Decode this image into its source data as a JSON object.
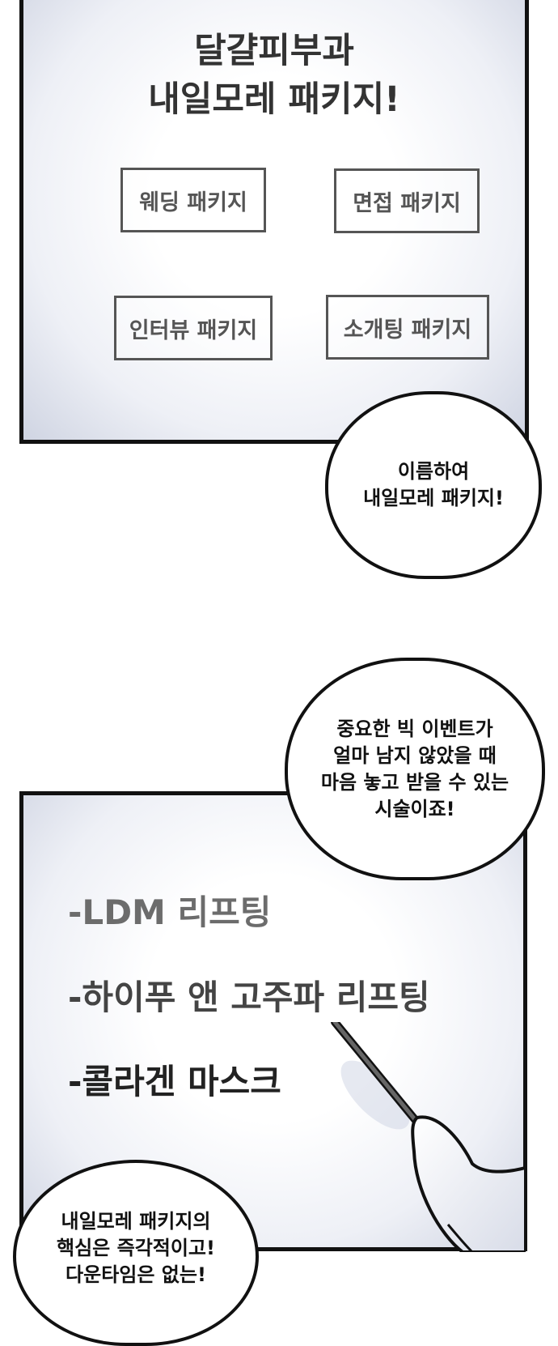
{
  "panel1": {
    "title": "달걀피부과\n내일모레 패키지!",
    "packages": [
      "웨딩 패키지",
      "면접 패키지",
      "인터뷰 패키지",
      "소개팅 패키지"
    ]
  },
  "bubbles": {
    "b1": "이름하여\n내일모레 패키지!",
    "b2": "중요한 빅 이벤트가\n얼마 남지 않았을 때\n마음 놓고 받을 수 있는\n시술이죠!",
    "b3": "내일모레 패키지의\n핵심은 즉각적이고!\n다운타임은 없는!"
  },
  "panel2": {
    "items": [
      "-LDM 리프팅",
      "-하이푸 앤 고주파 리프팅",
      "-콜라겐 마스크"
    ]
  }
}
